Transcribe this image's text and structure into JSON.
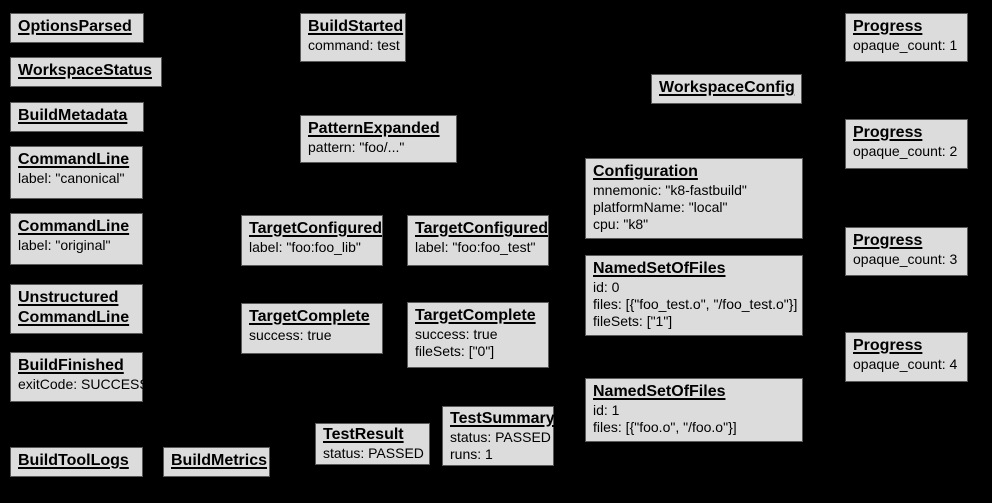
{
  "colors": {
    "background": "#000000",
    "box_fill": "#dcdcdc",
    "box_border": "#5a5a5a",
    "text_color": "#000000"
  },
  "diagram": {
    "description": "Build event protocol graph of event boxes on black background"
  },
  "boxes": [
    {
      "title": "OptionsParsed",
      "lines": []
    },
    {
      "title": "WorkspaceStatus",
      "lines": []
    },
    {
      "title": "BuildMetadata",
      "lines": []
    },
    {
      "title": "CommandLine",
      "lines": [
        "label: \"canonical\""
      ]
    },
    {
      "title": "CommandLine",
      "lines": [
        "label: \"original\""
      ]
    },
    {
      "title": "Unstructured\nCommandLine",
      "lines": []
    },
    {
      "title": "BuildFinished",
      "lines": [
        "exitCode: SUCCESS"
      ]
    },
    {
      "title": "BuildToolLogs",
      "lines": []
    },
    {
      "title": "BuildMetrics",
      "lines": []
    },
    {
      "title": "BuildStarted",
      "lines": [
        "command: test"
      ]
    },
    {
      "title": "PatternExpanded",
      "lines": [
        "pattern: \"foo/...\""
      ]
    },
    {
      "title": "TargetConfigured",
      "lines": [
        "label: \"foo:foo_lib\""
      ]
    },
    {
      "title": "TargetConfigured",
      "lines": [
        "label: \"foo:foo_test\""
      ]
    },
    {
      "title": "TargetComplete",
      "lines": [
        "success: true"
      ]
    },
    {
      "title": "TargetComplete",
      "lines": [
        "success: true",
        "fileSets: [\"0\"]"
      ]
    },
    {
      "title": "TestResult",
      "lines": [
        "status: PASSED"
      ]
    },
    {
      "title": "TestSummary",
      "lines": [
        "status: PASSED",
        "runs: 1"
      ]
    },
    {
      "title": "WorkspaceConfig",
      "lines": []
    },
    {
      "title": "Configuration",
      "lines": [
        "mnemonic: \"k8-fastbuild\"",
        "platformName: \"local\"",
        "cpu: \"k8\""
      ]
    },
    {
      "title": "NamedSetOfFiles",
      "lines": [
        "id: 0",
        "files: [{\"foo_test.o\", \"/foo_test.o\"}]",
        "fileSets: [\"1\"]"
      ]
    },
    {
      "title": "NamedSetOfFiles",
      "lines": [
        "id: 1",
        "files: [{\"foo.o\", \"/foo.o\"}]"
      ]
    },
    {
      "title": "Progress",
      "lines": [
        "opaque_count: 1"
      ]
    },
    {
      "title": "Progress",
      "lines": [
        "opaque_count: 2"
      ]
    },
    {
      "title": "Progress",
      "lines": [
        "opaque_count: 3"
      ]
    },
    {
      "title": "Progress",
      "lines": [
        "opaque_count: 4"
      ]
    }
  ]
}
